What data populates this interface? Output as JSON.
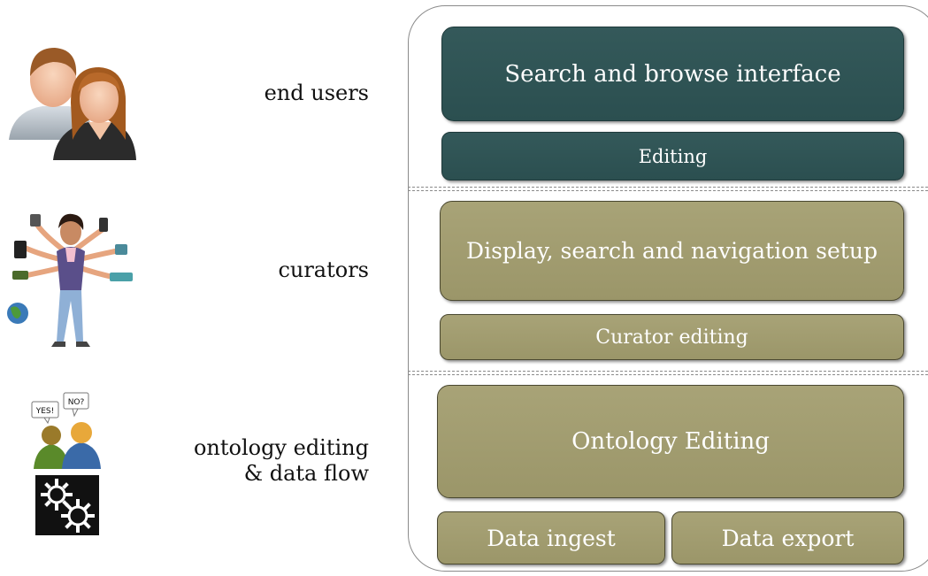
{
  "roles": {
    "end_users": "end users",
    "curators": "curators",
    "ontology_line1": "ontology editing",
    "ontology_line2": "& data flow"
  },
  "speech": {
    "yes": "YES!",
    "no": "NO?"
  },
  "layers": {
    "end_user": {
      "search_browse": "Search and browse interface",
      "editing": "Editing"
    },
    "curator": {
      "display_setup": "Display, search and navigation setup",
      "curator_editing": "Curator editing"
    },
    "ontology": {
      "ontology_editing": "Ontology Editing",
      "data_ingest": "Data ingest",
      "data_export": "Data export"
    }
  },
  "colors": {
    "teal": "#2f5556",
    "olive": "#a19c6f"
  }
}
